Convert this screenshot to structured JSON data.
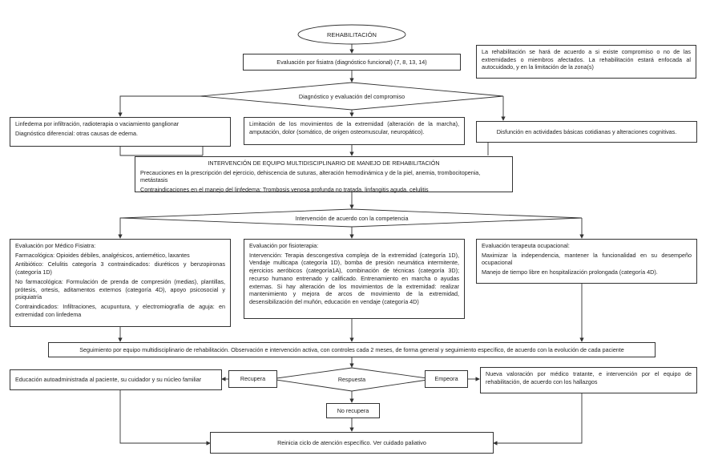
{
  "start": "REHABILITACIÓN",
  "fisiatra_eval": "Evaluación por fisiatra (diagnóstico funcional) (7, 8, 13, 14)",
  "note": "La rehabilitación se hará de acuerdo a si existe compromiso o no de las extremidades o miembros afectados. La rehabilitación estará enfocada al autocuidado, y en la limitación de la zona(s)",
  "decision1": "Diagnóstico y evaluación del compromiso",
  "linfedema": {
    "line1": "Linfedema por infiltración, radioterapia o vaciamiento ganglionar",
    "line2": "Diagnóstico diferencial: otras causas de edema."
  },
  "limitacion": "Limitación de los movimientos de la extremidad (alteración de la marcha), amputación, dolor (somático, de origen osteomuscular, neuropático).",
  "disfuncion": "Disfunción en actividades básicas cotidianas y alteraciones cognitivas.",
  "intervencion": {
    "title": "INTERVENCIÓN DE EQUIPO MULTIDISCIPLINARIO DE MANEJO DE REHABILITACIÓN",
    "line1": "Precauciones en la prescripción del ejercicio, dehiscencia de suturas, alteración hemodinámica y de la piel, anemia, trombocitopenia, metástasis",
    "line2": "Contraindicaciones en el manejo del linfedema: Trombosis venosa profunda no tratada, linfangitis aguda, celulitis"
  },
  "decision2": "Intervención de acuerdo con la competencia",
  "medico": {
    "title": "Evaluación por Médico Fisiatra:",
    "farm": "Farmacológica: Opioides débiles, analgésicos, antiemético, laxantes",
    "antib": "Antibiótico: Celulitis categoría 3 contraindicados: diuréticos y benzopironas (categoría 1D)",
    "nofarm": "No farmacológica: Formulación de prenda de compresión (medias), plantillas, prótesis, ortesis, aditamentos externos (categoría 4D), apoyo psicosocial y psiquiatría",
    "contra": "Contraindicados: Infiltraciones, acupuntura, y electromiografía de aguja: en extremidad con linfedema"
  },
  "fisio": {
    "title": "Evaluación por fisioterapia:",
    "text": "Intervención: Terapia descongestiva compleja de la extremidad (categoría 1D), Vendaje multicapa (categoría 1D), bomba de presión neumática intermitente, ejercicios aeróbicos (categoría1A), combinación de técnicas (categoría 3D); recurso humano entrenado y calificado. Entrenamiento en marcha o ayudas externas. Si hay alteración de los movimientos de la extremidad: realizar mantenimiento y mejora de arcos de movimiento de la extremidad, desensibilización del muñón, educación en vendaje (categoría 4D)"
  },
  "terapeuta": {
    "title": "Evaluación terapeuta ocupacional:",
    "line1": "Maximizar la independencia, mantener la funcionalidad en su desempeño ocupacional",
    "line2": "Manejo de tiempo libre en hospitalización prolongada (categoría 4D)."
  },
  "seguimiento": "Seguimiento por equipo multidisciplinario de rehabilitación. Observación e intervención activa, con controles cada 2 meses, de forma general y seguimiento específico, de acuerdo con la evolución de cada paciente",
  "educacion": "Educación autoadministrada al paciente, su cuidador y su núcleo familiar",
  "recupera": "Recupera",
  "respuesta": "Respuesta",
  "empeora": "Empeora",
  "nueva": "Nueva valoración por médico tratante, e intervención por el equipo de rehabilitación, de acuerdo con los hallazgos",
  "no_recupera": "No recupera",
  "reinicia": "Reinicia ciclo de atención específico. Ver cuidado paliativo"
}
